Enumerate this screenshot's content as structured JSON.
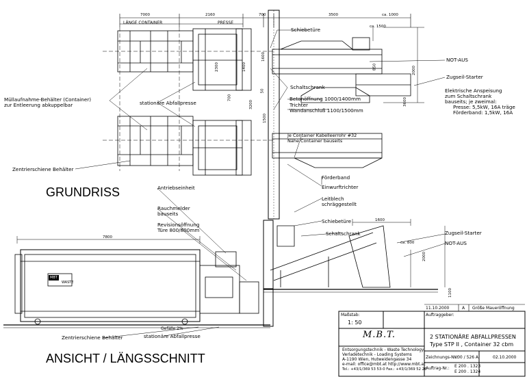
{
  "labels": {
    "laenge_container": "LÄNGE CONTAINER",
    "presse": "PRESSE",
    "schiebetuere_top": "Schiebetüre",
    "not_aus_top": "NOT-AUS",
    "zugseil_top": "Zugseil-Starter",
    "schaltschrank_top": "Schaltschrank",
    "elektr_1": "Elektrische Anspeisung",
    "elektr_2": "zum Schaltschrank",
    "elektr_3": "bauseits; je zweimal:",
    "elektr_4": "Presse: 5,5kW, 16A träge",
    "elektr_5": "Förderband: 1,5kW, 16A",
    "betonoeffnung": "Betonöffnung    1000/1400mm",
    "trichter": "Trichter",
    "wandanschluss": "Wandanschluß  1100/1500mm",
    "leerrohr_1": "Je Container Kabelleerrohr #32",
    "leerrohr_2": "Nähe Container bauseits",
    "muell_1": "Müllaufnahme-Behälter (Container)",
    "muell_2": "zur Entleerung abkuppelbar",
    "stat_presse_top": "stationäre Abfallpresse",
    "zentrier_top": "Zentrierschiene Behälter",
    "grundriss": "GRUNDRISS",
    "antrieb": "Antriebseinheit",
    "rauch_1": "Rauchmelder",
    "rauch_2": "bauseits",
    "revision_1": "Revisionsöffnung",
    "revision_2": "Türe 800/800mm",
    "foerderband": "Förderband",
    "einwurf": "Einwurftrichter",
    "leitblech_1": "Leitblech",
    "leitblech_2": "schräggestellt",
    "schiebetuere_bot": "Schiebetüre",
    "schaltschrank_bot": "Schaltschrank",
    "zugseil_bot": "Zugseil-Starter",
    "not_aus_bot": "NOT-AUS",
    "zentrier_bot": "Zentrierschiene Behälter",
    "stat_presse_bot": "stationäre Abfallpresse",
    "gefaelle": "Gefälle 2%",
    "ansicht": "ANSICHT / LÄNGSSCHNITT",
    "container_plate_1": "MBT",
    "container_plate_2": "WASTE"
  },
  "dimensions": {
    "d7000": "7000",
    "d2160": "2160",
    "d700": "700",
    "d3500": "3500",
    "ca1000": "ca. 1000",
    "ca1500": "ca. 1500",
    "d850": "850",
    "d2000": "2000",
    "d1600": "1600",
    "d3600": "3600",
    "d2300": "2300",
    "d1400": "1400",
    "d700v": "700",
    "d3200": "3200",
    "d50": "50",
    "d1500": "1500",
    "d7800": "7800",
    "ca800": "ca. 800",
    "d2000b": "2000",
    "d1600b": "1600",
    "d1100": "1100"
  },
  "title_block": {
    "masstab_label": "Maßstab:",
    "masstab_value": "1: 50",
    "auftraggeber_label": "Auftraggeber:",
    "logo": "M.B.T.",
    "company_1": "Entsorgungstechnik  -  Waste Technology",
    "company_2": "Verladetechnik     -  Loading Systems",
    "company_3": "A-1190 Wien, Hutweidengasse 34",
    "company_4": "e-mail: office@mbt.at  http://www.mbt.at",
    "company_5": "Tel.: +43/1/369 53 53-0   Fax.: +43/1/369 52 26",
    "title_1": "2 STATIONÄRE ABFALLPRESSEN",
    "title_2": "Type  STP II , Container 32 cbm",
    "zeichnung_label": "Zeichnungs-Nr.:",
    "zeichnung_value": "V00 / 526 A",
    "zeichnung_date": "02.10.2000",
    "auftrag_label": "Auftrag-Nr.:",
    "auftrag_value_1": "E 200 . 1323",
    "auftrag_value_2": "E 200 . 1324",
    "rev_date": "11.10.2000",
    "rev_letter": "A",
    "rev_text": "Größe Maueröffnung"
  }
}
